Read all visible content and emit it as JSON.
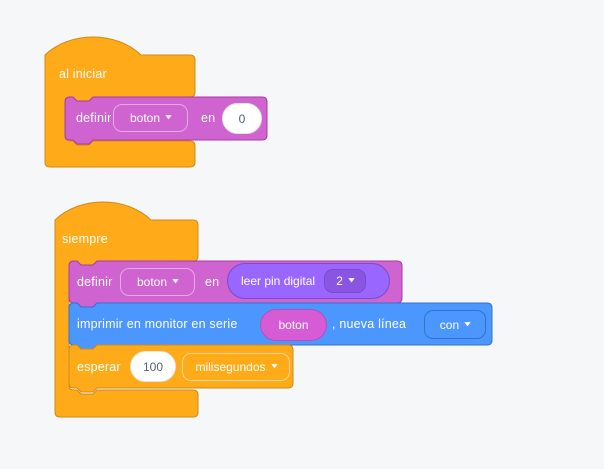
{
  "workspace": {
    "background": "#f6f7f8"
  },
  "palette": {
    "workspace_bg": "#f6f7f8",
    "events_fill": "#ffab19",
    "events_stroke": "#cf8b17",
    "variables_fill": "#cf63cf",
    "variables_stroke": "#a83ba8",
    "pin_fill": "#9966ff",
    "pin_stroke": "#774dcb",
    "serial_fill": "#4c97ff",
    "serial_stroke": "#3373cc",
    "field_fill": "#ffffff",
    "field_text": "#575e75"
  },
  "icons": {
    "dropdown_arrow": "▾"
  },
  "scripts": {
    "on_start": {
      "hat_label": "al iniciar",
      "set_variable": {
        "verb": "definir",
        "variable": "boton",
        "preposition": "en",
        "value": "0"
      }
    },
    "forever": {
      "hat_label": "siempre",
      "set_variable": {
        "verb": "definir",
        "variable": "boton",
        "preposition": "en"
      },
      "read_digital_pin": {
        "label": "leer pin digital",
        "pin": "2"
      },
      "serial_print": {
        "label": "imprimir en monitor en serie",
        "value": "boton",
        "suffix": ", nueva línea",
        "mode": "con"
      },
      "wait": {
        "verb": "esperar",
        "duration": "100",
        "unit": "milisegundos"
      }
    }
  }
}
